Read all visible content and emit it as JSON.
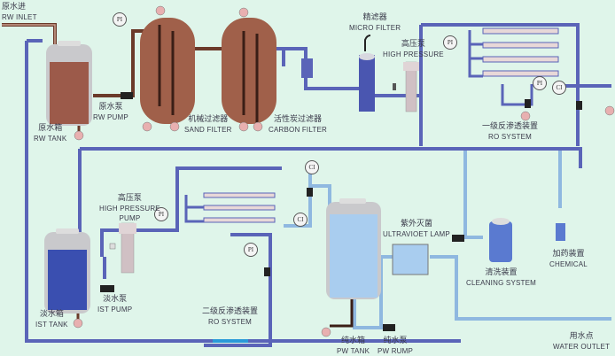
{
  "diagram": {
    "title": "RO water treatment process flow",
    "colors": {
      "background": "#dff5ea",
      "raw_water_pipe": "#6b3a2a",
      "treated_pipe": "#5a64b8",
      "pure_pipe": "#8fb8e0",
      "filter_body": "#a0604a",
      "ist_tank_fill": "#3a4fb0",
      "pw_tank_fill": "#a9cdef"
    },
    "labels": {
      "rw_inlet": {
        "cn": "原水进",
        "en": "RW INLET"
      },
      "rw_tank": {
        "cn": "原水箱",
        "en": "RW TANK"
      },
      "rw_pump": {
        "cn": "原水泵",
        "en": "RW PUMP"
      },
      "sand_filter": {
        "cn": "机械过滤器",
        "en": "SAND FILTER"
      },
      "carbon_filter": {
        "cn": "活性炭过滤器",
        "en": "CARBON FILTER"
      },
      "micro_filter": {
        "cn": "精滤器",
        "en": "MICRO FILTER"
      },
      "high_pressure_1": {
        "cn": "高压泵",
        "en": "HIGH PRESSURE"
      },
      "ro_system_1": {
        "cn": "一级反渗透装置",
        "en": "RO SYSTEM"
      },
      "high_pressure_2": {
        "cn": "高压泵",
        "en": "HIGH PRESSURE",
        "en2": "PUMP"
      },
      "ist_tank": {
        "cn": "淡水箱",
        "en": "IST TANK"
      },
      "ist_pump": {
        "cn": "淡水泵",
        "en": "IST PUMP"
      },
      "ro_system_2": {
        "cn": "二级反渗透装置",
        "en": "RO SYSTEM"
      },
      "uv_lamp": {
        "cn": "紫外灭菌",
        "en": "ULTRAVIOET LAMP"
      },
      "pw_tank": {
        "cn": "纯水箱",
        "en": "PW TANK"
      },
      "pw_pump": {
        "cn": "纯水泵",
        "en": "PW RUMP"
      },
      "cleaning": {
        "cn": "清洗装置",
        "en": "CLEANING SYSTEM"
      },
      "chemical": {
        "cn": "加药装置",
        "en": "CHEMICAL"
      },
      "water_outlet": {
        "cn": "用水点",
        "en": "WATER OUTLET"
      }
    },
    "gauges": {
      "pi": "PI",
      "ci": "CI"
    }
  }
}
